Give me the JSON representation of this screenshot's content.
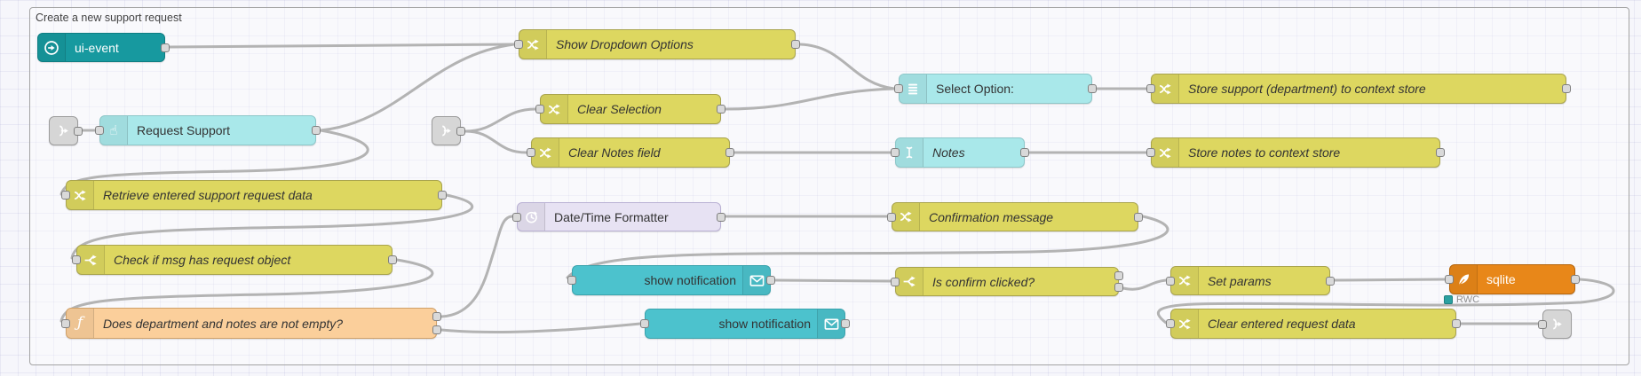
{
  "group": {
    "label": "Create a new support request"
  },
  "nodes": {
    "ui_event": "ui-event",
    "request_support": "Request Support",
    "show_dropdown_options": "Show Dropdown Options",
    "clear_selection": "Clear Selection",
    "clear_notes_field": "Clear Notes field",
    "select_option": "Select Option:",
    "notes": "Notes",
    "store_support": "Store support (department) to context store",
    "store_notes": "Store notes to context store",
    "retrieve_entered": "Retrieve entered support request data",
    "check_if_msg": "Check if msg has request object",
    "does_department": "Does department and notes are not empty?",
    "datetime_formatter": "Date/Time Formatter",
    "confirmation_message": "Confirmation message",
    "show_notification_1": "show notification",
    "is_confirm_clicked": "Is confirm clicked?",
    "set_params": "Set params",
    "sqlite": "sqlite",
    "show_notification_2": "show notification",
    "clear_entered": "Clear entered request data"
  },
  "status": {
    "sqlite": "RWC"
  },
  "icons": {
    "ui_event": "circle-arrow-icon",
    "request_support": "hand-pointer-icon",
    "change_nodes": "shuffle-icon",
    "switch_nodes": "fork-icon",
    "function_node": "function-f-icon",
    "select_option": "list-icon",
    "notes": "text-cursor-icon",
    "datetime_formatter": "clock-icon",
    "show_notification": "envelope-icon",
    "sqlite": "feather-icon",
    "link_nodes": "link-arrow-icon"
  },
  "colors": {
    "canvas_bg": "#f6f6fb",
    "wire": "#8a8a8a",
    "node_yellow": "#ddd760",
    "node_peach": "#fbcf9b",
    "node_cyan": "#a9e8ea",
    "node_teal_dark": "#17999f",
    "node_teal_mid": "#4cc2cd",
    "node_lavender": "#e7e2f3",
    "node_orange": "#e88719",
    "node_grey": "#d6d6d6",
    "status_teal": "#2ba1a1",
    "group_border": "#a3a3a3"
  }
}
